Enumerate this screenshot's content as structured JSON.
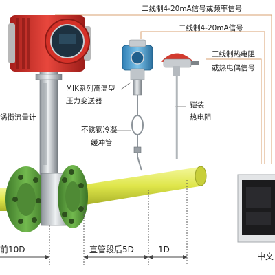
{
  "labels": {
    "signal_freq": "二线制4-20mA信号或频率信号",
    "signal_4_20": "二线制4-20mA信号",
    "thermal_line1": "三线制热电阻",
    "thermal_line2": "或热电偶信号",
    "pressure_line1": "MIK系列高温型",
    "pressure_line2": "压力变送器",
    "vortex": "涡街流量计",
    "buffer_line1": "不锈钢冷凝",
    "buffer_line2": "缓冲管",
    "armored_line1": "铠装",
    "armored_line2": "热电阻",
    "dim_before": "前10D",
    "dim_after": "直管段后5D",
    "dim_1d": "1D",
    "display_caption": "中文"
  },
  "colors": {
    "pipe": "#e0e84a",
    "flange": "#5a9e3e",
    "housing": "#d8362e",
    "transmitter": "#5aa8d8",
    "line": "#d9a070"
  }
}
